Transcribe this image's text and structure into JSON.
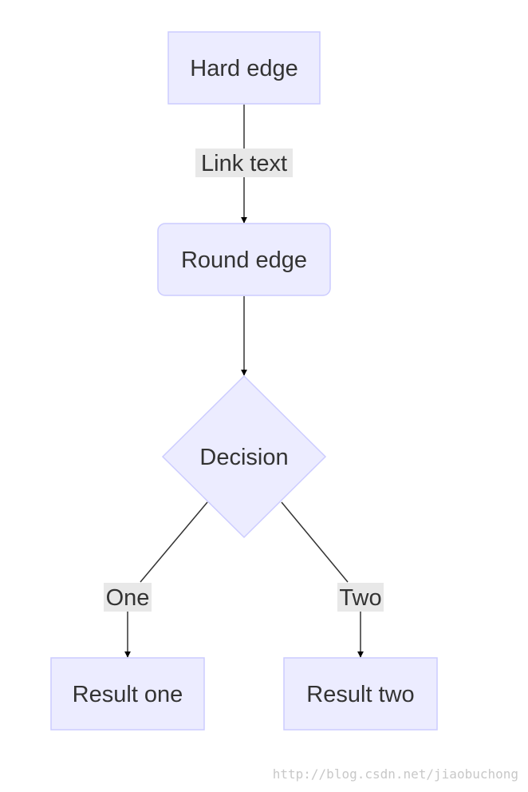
{
  "nodes": {
    "hard_edge": "Hard edge",
    "round_edge": "Round edge",
    "decision": "Decision",
    "result_one": "Result one",
    "result_two": "Result two"
  },
  "edges": {
    "link_text": "Link text",
    "one": "One",
    "two": "Two"
  },
  "colors": {
    "node_fill": "#ECECFF",
    "node_stroke": "#CCCCFF",
    "edge": "#333333",
    "edge_label_bg": "#E8E8E8",
    "text": "#333333"
  },
  "watermark": "http://blog.csdn.net/jiaobuchong"
}
